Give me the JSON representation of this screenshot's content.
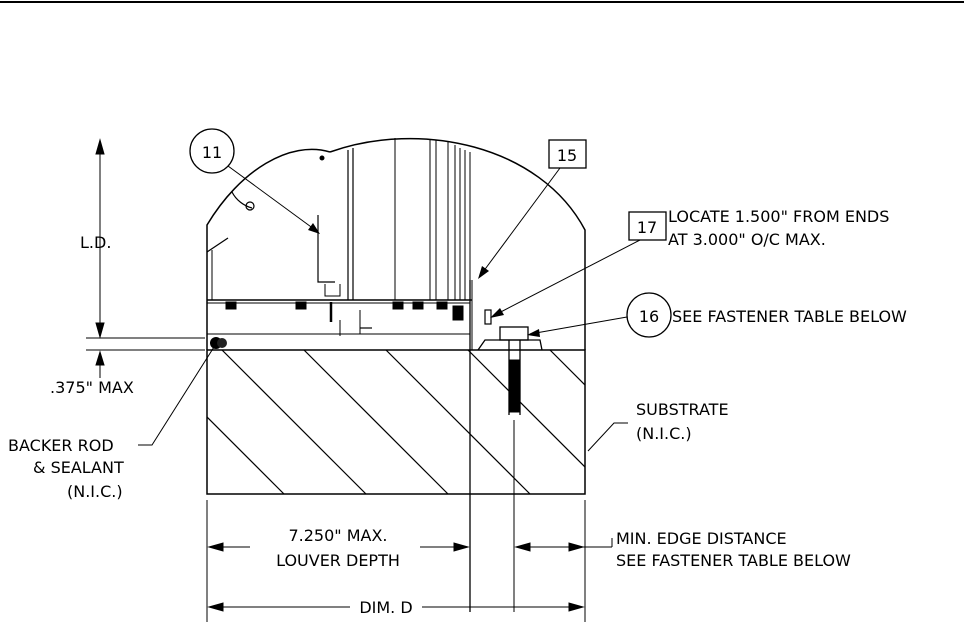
{
  "labels": {
    "ld": "L.D.",
    "max375": ".375\" MAX",
    "backer1": "BACKER ROD",
    "backer2": "& SEALANT",
    "backer3": "(N.I.C.)",
    "substrate1": "SUBSTRATE",
    "substrate2": "(N.I.C.)",
    "locate1": "LOCATE 1.500\" FROM ENDS",
    "locate2": "AT 3.000\" O/C MAX.",
    "fastener": "SEE FASTENER TABLE BELOW",
    "depth1": "7.250\" MAX.",
    "depth2": "LOUVER DEPTH",
    "edge1": "MIN. EDGE DISTANCE",
    "edge2": "SEE FASTENER TABLE BELOW",
    "dimd": "DIM. D"
  },
  "callouts": {
    "c11": "11",
    "c15": "15",
    "c17": "17",
    "c16": "16"
  }
}
